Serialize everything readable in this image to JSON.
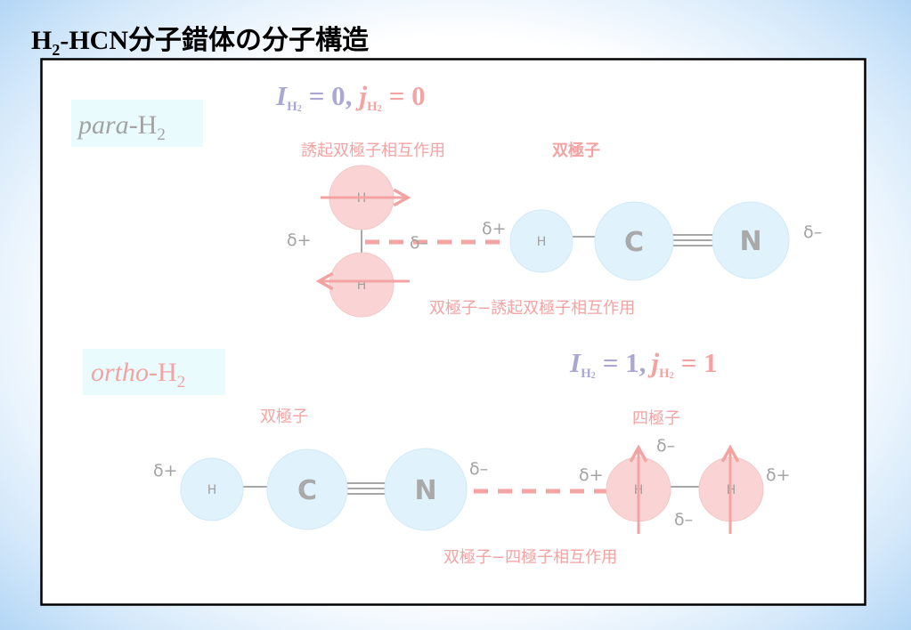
{
  "title": {
    "base": "H",
    "sub": "2",
    "rest": "-HCN分子錯体の分子構造"
  },
  "para": {
    "label": {
      "italic": "para",
      "base": "-H",
      "sub": "2"
    },
    "quantum": {
      "I": "I",
      "I_sub_base": "H",
      "I_sub_num": "2",
      "I_eq": "= 0,",
      "j": "j",
      "j_sub_base": "H",
      "j_sub_num": "2",
      "j_eq": "= 0"
    },
    "induced_dipole_label": "誘起双極子相互作用",
    "dipole_label": "双極子",
    "interaction_label": "双極子−誘起双極子相互作用",
    "h2": {
      "atom_top": "H",
      "atom_bottom": "H",
      "charge_left": "δ+",
      "charge_right": "δ–"
    },
    "hcn": {
      "charge_h": "δ+",
      "atom_h": "H",
      "atom_c": "C",
      "atom_n": "N",
      "charge_n": "δ–"
    }
  },
  "ortho": {
    "label": {
      "italic": "ortho",
      "base": "-H",
      "sub": "2"
    },
    "quantum": {
      "I": "I",
      "I_sub_base": "H",
      "I_sub_num": "2",
      "I_eq": "= 1,",
      "j": "j",
      "j_sub_base": "H",
      "j_sub_num": "2",
      "j_eq": "= 1"
    },
    "dipole_label": "双極子",
    "quadrupole_label": "四極子",
    "interaction_label": "双極子−四極子相互作用",
    "hcn": {
      "charge_h": "δ+",
      "atom_h": "H",
      "atom_c": "C",
      "atom_n": "N",
      "charge_n": "δ–"
    },
    "h2": {
      "atom_left": "H",
      "atom_right": "H",
      "charge_left": "δ+",
      "charge_top": "δ–",
      "charge_bottom": "δ–",
      "charge_right": "δ+"
    }
  },
  "colors": {
    "pink": "#f4a3a3",
    "gray": "#a3a3a3",
    "purple": "#aaa8d2",
    "hcn_fill": "#e0f2fb",
    "h2_fill": "#fad4d4",
    "label_box": "#e9fbfc",
    "title": "#000000"
  }
}
